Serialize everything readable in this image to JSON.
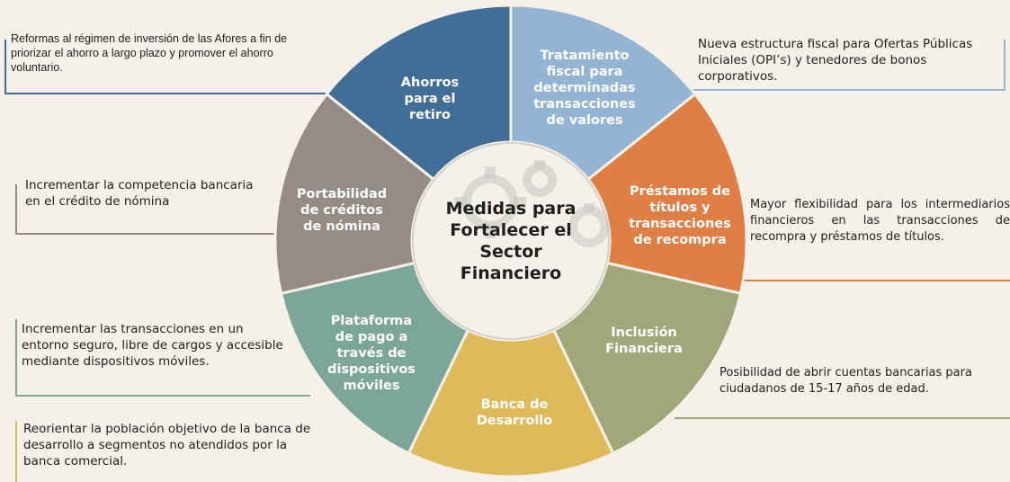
{
  "center": {
    "title": "Medidas para\nFortalecer el\nSector\nFinanciero"
  },
  "segments": [
    {
      "label": "Ahorros\npara el\nretiro",
      "color": "#416e97"
    },
    {
      "label": "Tratamiento\nfiscal para\ndeterminadas\ntransacciones\nde valores",
      "color": "#94b4d3"
    },
    {
      "label": "Préstamos de\ntítulos y\ntransacciones\nde recompra",
      "color": "#df7f45"
    },
    {
      "label": "Inclusión\nFinanciera",
      "color": "#a1a779"
    },
    {
      "label": "Banca de\nDesarrollo",
      "color": "#dfba5b"
    },
    {
      "label": "Plataforma\nde pago a\ntravés de\ndispositivos\nmóviles",
      "color": "#7da69b"
    },
    {
      "label": "Portabilidad\nde créditos\nde nómina",
      "color": "#978b86"
    }
  ],
  "notes": {
    "ahorros": "Reformas al régimen de inversión de las Afores a fin de priorizar el ahorro a largo plazo y promover el ahorro voluntario.",
    "tratamiento": "Nueva estructura fiscal para Ofertas Públicas Iniciales (OPI’s) y tenedores de bonos corporativos.",
    "portabilidad": "Incrementar la competencia bancaria en el crédito de nómina",
    "prestamos": "Mayor flexibilidad para los intermediarios financieros en las transacciones de recompra y préstamos de títulos.",
    "plataforma": "Incrementar las transacciones en un entorno seguro, libre de cargos y accesible mediante dispositivos móviles.",
    "inclusion": "Posibilidad de abrir cuentas bancarias para ciudadanos de 15-17 años de edad.",
    "banca": "Reorientar la población objetivo de la banca de desarrollo a segmentos no atendidos por la banca comercial."
  }
}
